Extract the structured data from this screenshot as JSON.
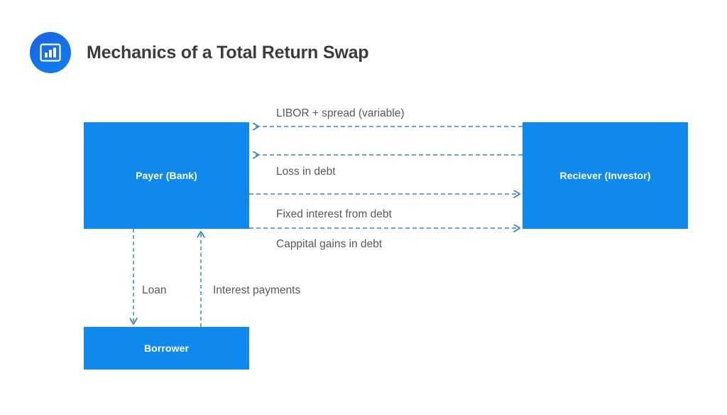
{
  "header": {
    "title": "Mechanics of a Total Return Swap",
    "icon": "bar-chart-icon",
    "icon_gradient_from": "#1f5fe0",
    "icon_gradient_to": "#0f7ff0",
    "title_color": "#3c3c3c"
  },
  "theme": {
    "background": "#ffffff",
    "node_fill": "#1089ef",
    "node_text": "#ffffff",
    "edge_color": "#3d85c6",
    "label_color": "#595959"
  },
  "diagram": {
    "type": "flow",
    "nodes": [
      {
        "id": "payer",
        "label": "Payer (Bank)"
      },
      {
        "id": "receiver",
        "label": "Reciever (Investor)"
      },
      {
        "id": "borrower",
        "label": "Borrower"
      }
    ],
    "edges": [
      {
        "id": "libor",
        "label": "LIBOR + spread (variable)",
        "from": "payer",
        "to": "receiver",
        "direction": "left",
        "style": "dashed"
      },
      {
        "id": "loss",
        "label": "Loss in debt",
        "from": "receiver",
        "to": "payer",
        "direction": "left",
        "style": "dashed"
      },
      {
        "id": "fixed",
        "label": "Fixed interest from debt",
        "from": "payer",
        "to": "receiver",
        "direction": "right",
        "style": "dashed"
      },
      {
        "id": "capital",
        "label": "Cappital gains in debt",
        "from": "payer",
        "to": "receiver",
        "direction": "right",
        "style": "dashed"
      },
      {
        "id": "loan",
        "label": "Loan",
        "from": "payer",
        "to": "borrower",
        "direction": "down",
        "style": "dashed"
      },
      {
        "id": "interest",
        "label": "Interest payments",
        "from": "borrower",
        "to": "payer",
        "direction": "up",
        "style": "dashed"
      }
    ]
  }
}
